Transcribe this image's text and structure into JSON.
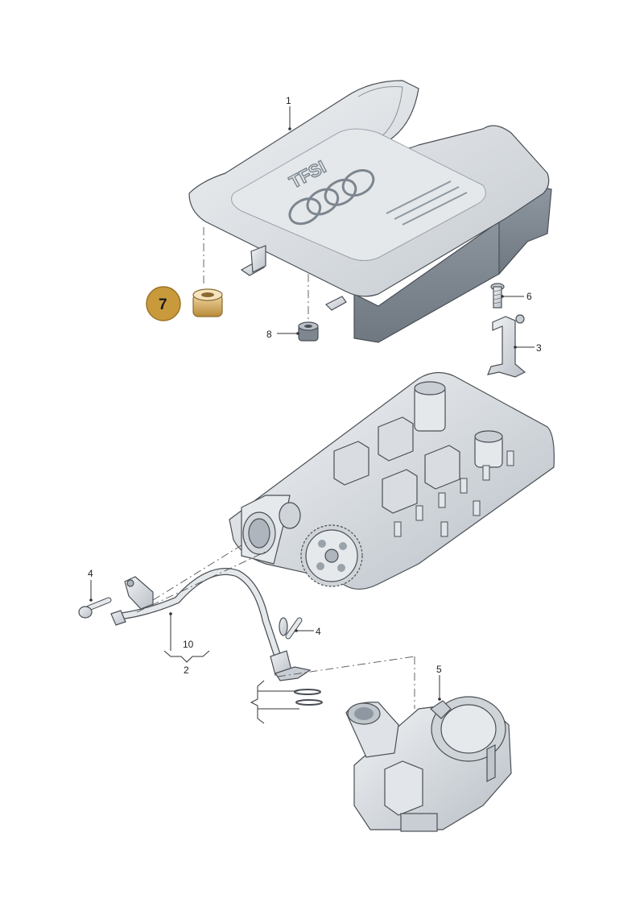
{
  "colors": {
    "part_fill": "#dfe3e7",
    "part_shade": "#aeb5bc",
    "part_dark": "#7d868f",
    "highlight": "#c99a3c",
    "leader": "#333333"
  },
  "cover_logo": {
    "text": "TFSI"
  },
  "callouts": [
    {
      "id": "1",
      "text": "1"
    },
    {
      "id": "2",
      "text": "2"
    },
    {
      "id": "3",
      "text": "3"
    },
    {
      "id": "4a",
      "text": "4"
    },
    {
      "id": "4b",
      "text": "4"
    },
    {
      "id": "5",
      "text": "5"
    },
    {
      "id": "6",
      "text": "6"
    },
    {
      "id": "8",
      "text": "8"
    },
    {
      "id": "10",
      "text": "10"
    }
  ],
  "highlight_callout": {
    "text": "7"
  }
}
